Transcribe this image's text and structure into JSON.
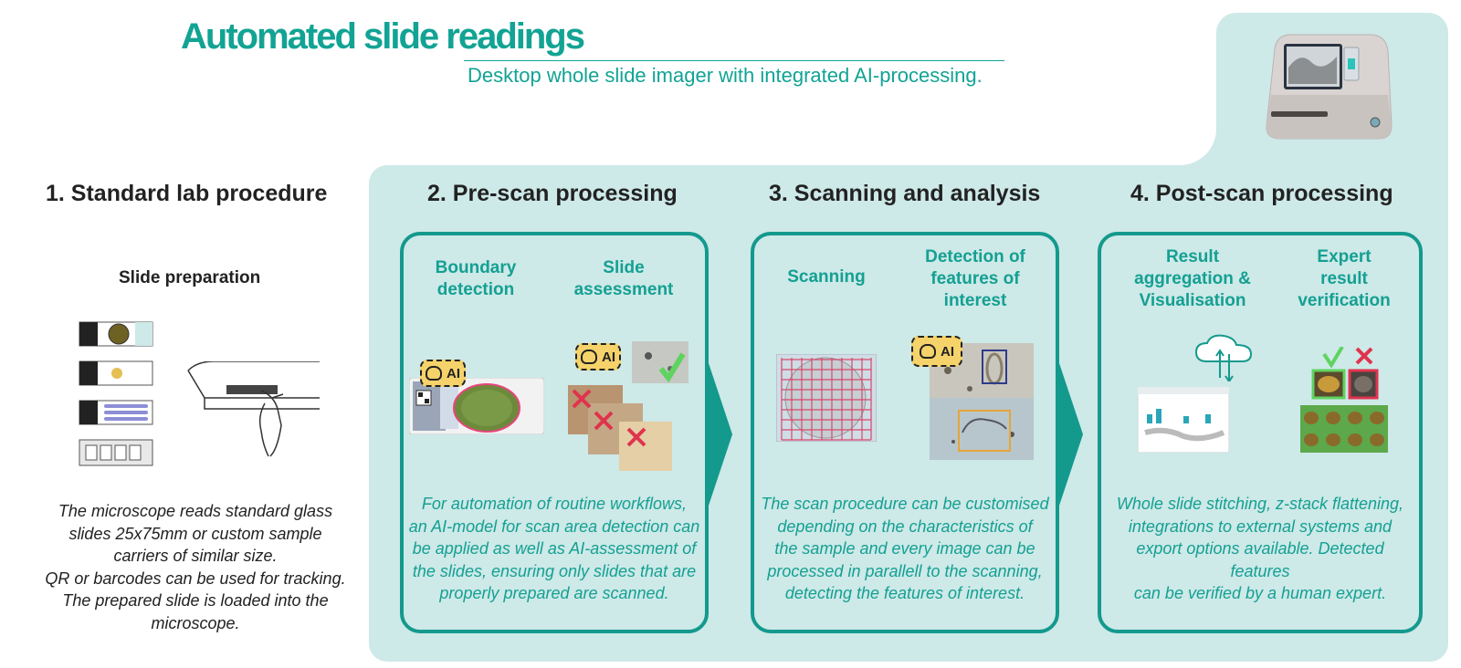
{
  "header": {
    "title": "Automated slide readings",
    "subtitle": "Desktop whole slide imager with integrated AI-processing."
  },
  "colors": {
    "accent": "#14998d",
    "panel_bg": "#cde9e8",
    "ai_badge": "#f5d36a",
    "reject_mark": "#e0334d",
    "accept_mark": "#5fd35f"
  },
  "sections": [
    {
      "heading": "1. Standard lab procedure",
      "sub_labels": [
        "Slide preparation"
      ],
      "description": "The microscope reads standard glass\nslides 25x75mm or custom sample\ncarriers of similar size.\nQR or barcodes can be used for tracking.\nThe prepared slide is loaded into the\nmicroscope."
    },
    {
      "heading": "2. Pre-scan processing",
      "sub_labels": [
        "Boundary\ndetection",
        "Slide\nassessment"
      ],
      "badge": "AI",
      "description": "For automation of routine workflows,\nan AI-model for scan area detection can\nbe applied as well as AI-assessment of\nthe slides, ensuring only slides that are\nproperly prepared are scanned."
    },
    {
      "heading": "3. Scanning and analysis",
      "sub_labels": [
        "Scanning",
        "Detection of\nfeatures of\ninterest"
      ],
      "badge": "AI",
      "description": "The scan procedure can be customised\ndepending on the characteristics of\nthe sample and every image can be\nprocessed in parallell to the scanning,\ndetecting the features of interest."
    },
    {
      "heading": "4. Post-scan processing",
      "sub_labels": [
        "Result\naggregation &\nVisualisation",
        "Expert\nresult\nverification"
      ],
      "description": "Whole slide stitching, z-stack flattening,\nintegrations to external systems and\nexport options available. Detected features\ncan be verified by a human expert."
    }
  ],
  "icons": [
    "microscope-device-icon",
    "glass-slide-icon",
    "slide-loading-icon",
    "ai-brain-icon",
    "checkmark-icon",
    "cross-icon",
    "cloud-sync-icon",
    "dashboard-icon"
  ]
}
